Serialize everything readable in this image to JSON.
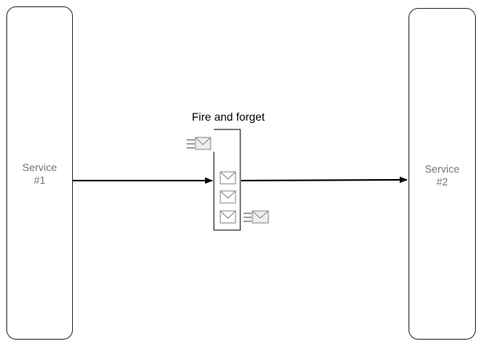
{
  "title": "Fire and forget",
  "services": [
    {
      "name": "Service",
      "number": "#1"
    },
    {
      "name": "Service",
      "number": "#2"
    }
  ],
  "icons": {
    "message": "envelope-icon",
    "sending_message": "envelope-speed-lines-icon"
  },
  "colors": {
    "stroke": "#000000",
    "service_border": "#333333",
    "label": "#777777",
    "envelope_stroke": "#888888",
    "envelope_fill": "#eeeeee"
  }
}
